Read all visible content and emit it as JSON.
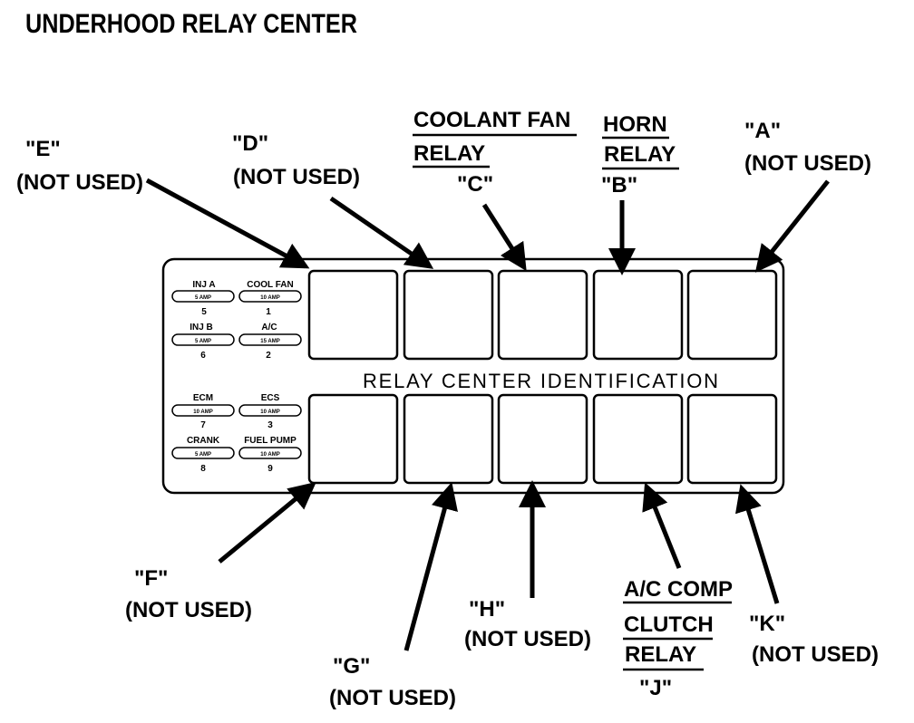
{
  "title": "UNDERHOOD RELAY CENTER",
  "panel_label": "RELAY CENTER IDENTIFICATION",
  "fuses": [
    {
      "name": "INJ A",
      "amp": "5 AMP",
      "num": "5"
    },
    {
      "name": "COOL FAN",
      "amp": "10 AMP",
      "num": "1"
    },
    {
      "name": "INJ B",
      "amp": "5 AMP",
      "num": "6"
    },
    {
      "name": "A/C",
      "amp": "15 AMP",
      "num": "2"
    },
    {
      "name": "ECM",
      "amp": "10 AMP",
      "num": "7"
    },
    {
      "name": "ECS",
      "amp": "10 AMP",
      "num": "3"
    },
    {
      "name": "CRANK",
      "amp": "5 AMP",
      "num": "8"
    },
    {
      "name": "FUEL PUMP",
      "amp": "10 AMP",
      "num": "9"
    }
  ],
  "labels": {
    "e": {
      "letter": "\"E\"",
      "note": "(NOT USED)"
    },
    "d": {
      "letter": "\"D\"",
      "note": "(NOT USED)"
    },
    "c": {
      "name1": "COOLANT FAN",
      "name2": "RELAY",
      "letter": "\"C\""
    },
    "b": {
      "name1": "HORN",
      "name2": "RELAY",
      "letter": "\"B\""
    },
    "a": {
      "letter": "\"A\"",
      "note": "(NOT USED)"
    },
    "f": {
      "letter": "\"F\"",
      "note": "(NOT USED)"
    },
    "g": {
      "letter": "\"G\"",
      "note": "(NOT USED)"
    },
    "h": {
      "letter": "\"H\"",
      "note": "(NOT USED)"
    },
    "j": {
      "name1": "A/C COMP",
      "name2": "CLUTCH",
      "name3": "RELAY",
      "letter": "\"J\""
    },
    "k": {
      "letter": "\"K\"",
      "note": "(NOT USED)"
    }
  }
}
